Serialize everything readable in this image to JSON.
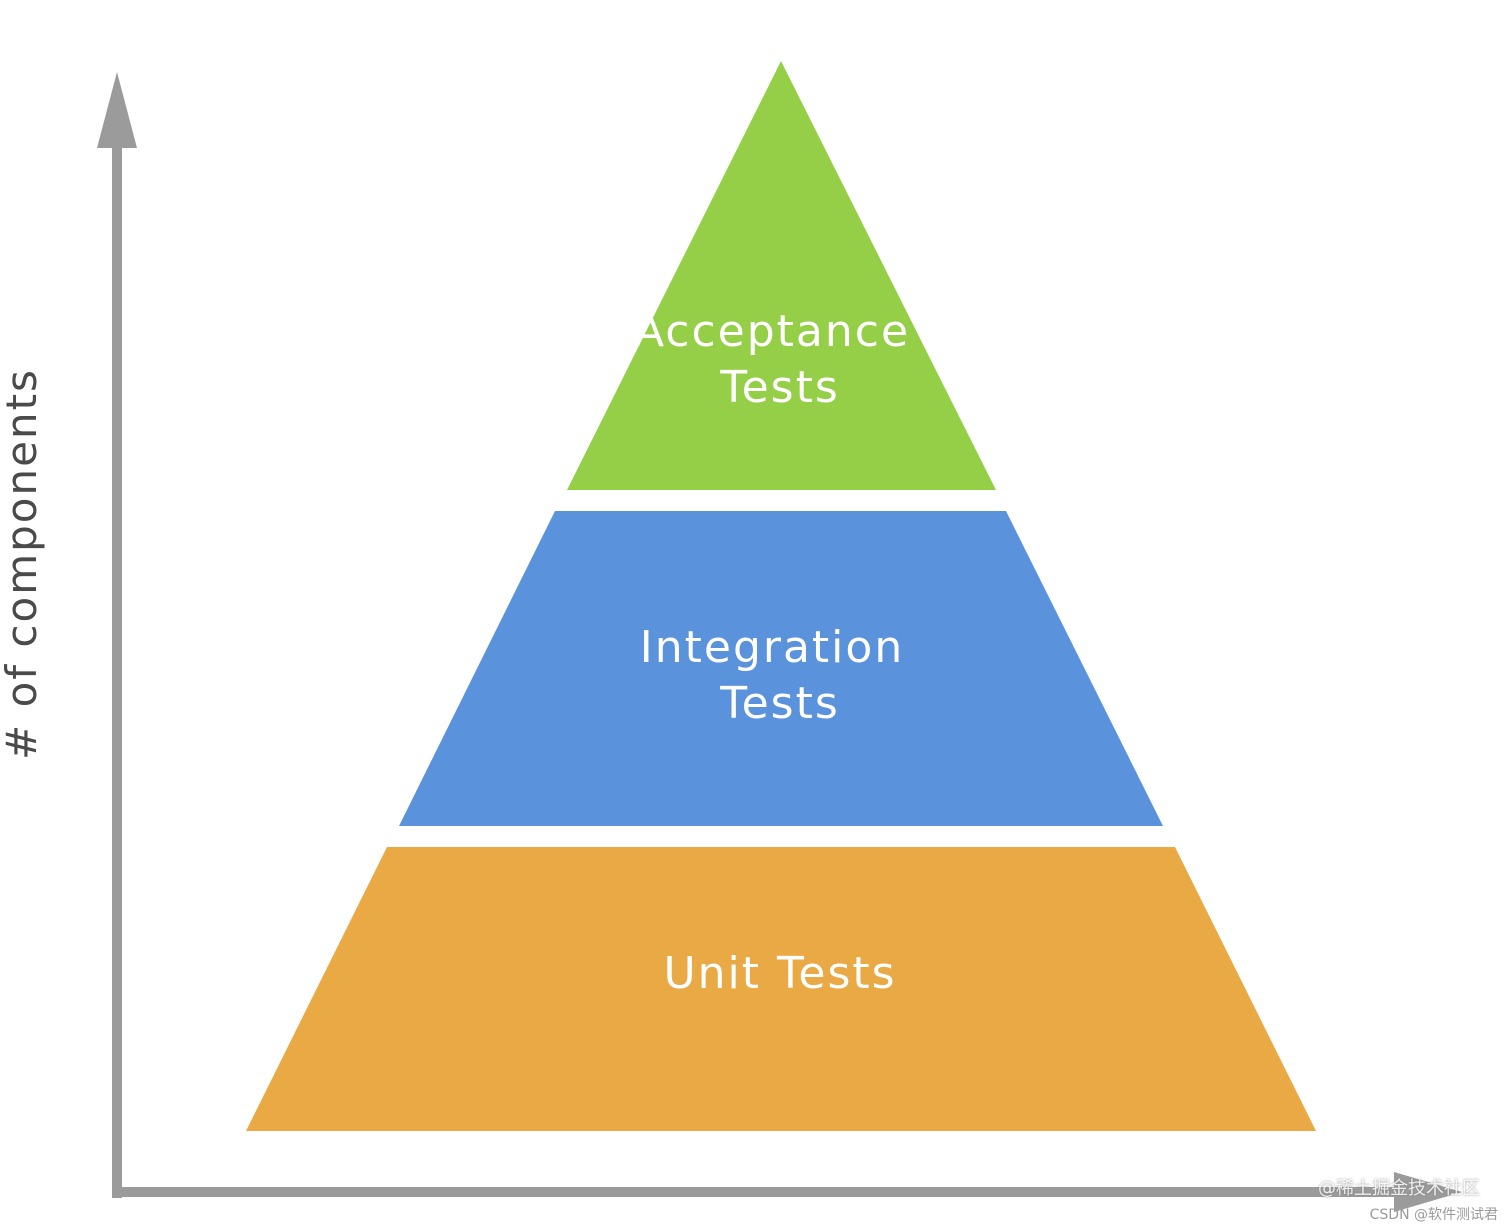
{
  "diagram": {
    "axis": {
      "y_label": "# of components",
      "color": "#9b9b9b"
    },
    "tiers": [
      {
        "id": "acceptance",
        "lines": [
          "Acceptance",
          "Tests"
        ],
        "color": "#95cf47"
      },
      {
        "id": "integration",
        "lines": [
          "Integration",
          "Tests"
        ],
        "color": "#5a92dc"
      },
      {
        "id": "unit",
        "lines": [
          "Unit Tests"
        ],
        "color": "#e9a945"
      }
    ],
    "label_color": "#ffffff"
  },
  "watermarks": {
    "juejin": "@稀土掘金技术社区",
    "csdn": "CSDN @软件测试君"
  }
}
